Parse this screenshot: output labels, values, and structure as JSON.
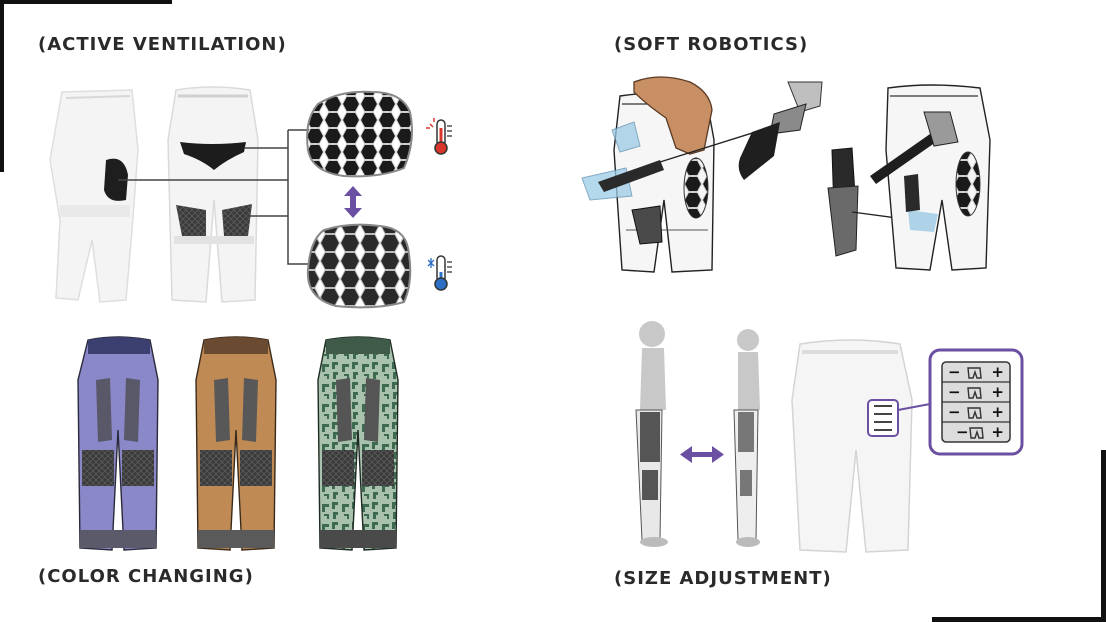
{
  "panels": {
    "active_ventilation": {
      "title": "(ACTIVE VENTILATION)"
    },
    "soft_robotics": {
      "title": "(SOFT ROBOTICS)"
    },
    "color_changing": {
      "title": "(COLOR CHANGING)"
    },
    "size_adjustment": {
      "title": "(SIZE ADJUSTMENT)"
    }
  },
  "size_controls": {
    "rows": [
      {
        "minus": "−",
        "plus": "+"
      },
      {
        "minus": "−",
        "plus": "+"
      },
      {
        "minus": "−",
        "plus": "+"
      },
      {
        "minus": "−",
        "plus": "+"
      }
    ]
  },
  "icons": {
    "hot": "thermometer-hot-icon",
    "cold": "thermometer-cold-icon"
  },
  "colors": {
    "accent_purple": "#6a4fa3",
    "variant_purple": "#8a88c8",
    "variant_tan": "#c08a55",
    "variant_camo": "#9bb5a0",
    "thermo_red": "#d9362b",
    "thermo_blue": "#2d6fc4",
    "soft_blue": "#9ccbe6"
  }
}
